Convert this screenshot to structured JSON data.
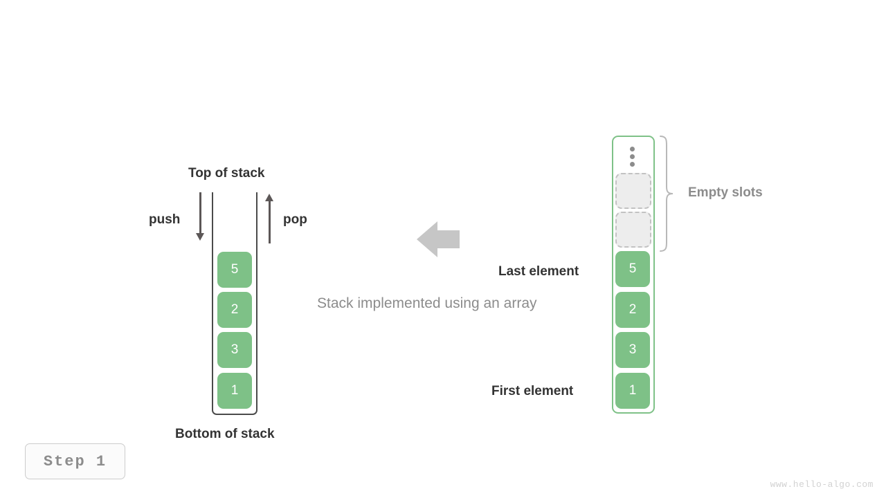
{
  "meta": {
    "caption": "Stack implemented using an array",
    "step_badge": "Step  1",
    "watermark": "www.hello-algo.com"
  },
  "colors": {
    "block_green": "#7ec187",
    "container_border_dark": "#4a4a4a",
    "container_border_green": "#7ec187",
    "empty_slot_fill": "#ededed",
    "empty_slot_border": "#c2c2c2",
    "label_dark": "#333333",
    "label_gray": "#8c8c8c",
    "transform_arrow": "#c6c6c6",
    "arrow_stroke": "#5c5757"
  },
  "stack": {
    "top_label": "Top of stack",
    "bottom_label": "Bottom of stack",
    "push_label": "push",
    "pop_label": "pop",
    "push_icon": "arrow-down-icon",
    "pop_icon": "arrow-up-icon",
    "values": [
      "5",
      "2",
      "3",
      "1"
    ]
  },
  "array": {
    "ellipsis_icon": "vertical-ellipsis-icon",
    "brace_icon": "curly-brace-icon",
    "empty_label": "Empty slots",
    "last_element_label": "Last element",
    "first_element_label": "First element",
    "empty_slots_count": 2,
    "values": [
      "5",
      "2",
      "3",
      "1"
    ]
  },
  "transform": {
    "icon": "arrow-left-icon"
  },
  "chart_data": {
    "type": "diagram",
    "title": "Stack implemented using an array",
    "structures": [
      {
        "name": "stack",
        "orientation": "vertical-top-is-last",
        "values": [
          "5",
          "2",
          "3",
          "1"
        ],
        "annotations": [
          "Top of stack",
          "Bottom of stack",
          "push",
          "pop"
        ]
      },
      {
        "name": "array",
        "orientation": "vertical-top-is-last",
        "values": [
          "5",
          "2",
          "3",
          "1"
        ],
        "empty_slots": 2,
        "annotations": [
          "Empty slots",
          "Last element",
          "First element"
        ]
      }
    ]
  }
}
